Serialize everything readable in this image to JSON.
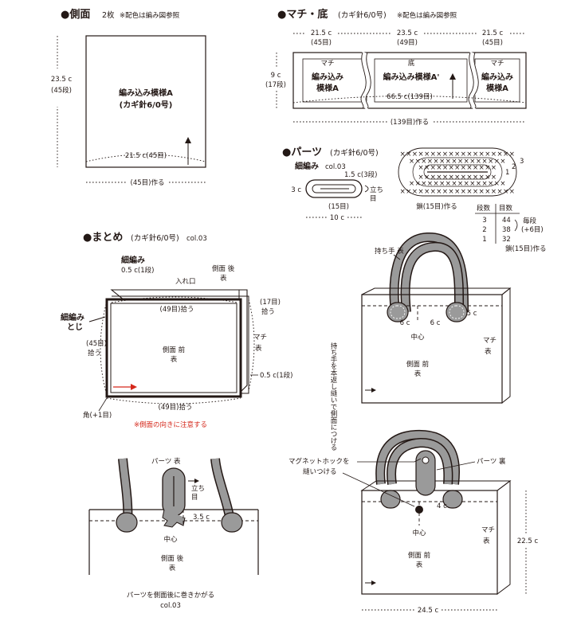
{
  "side_panel": {
    "heading": "●側面",
    "count": "2枚",
    "note": "※配色は編み図参照",
    "pattern_line1": "編み込み模様A",
    "pattern_line2": "(カギ針6/0号)",
    "height_cm": "23.5 c",
    "height_rows": "(45段)",
    "width": "21.5 c(45目)",
    "chain": "(45目)作る"
  },
  "gusset_panel": {
    "heading": "●マチ・底",
    "hook": "(カギ針6/0号)",
    "note": "※配色は編み図参照",
    "widths": [
      "21.5 c",
      "23.5 c",
      "21.5 c"
    ],
    "stitches": [
      "(45目)",
      "(49目)",
      "(45目)"
    ],
    "height_cm": "9 c",
    "height_rows": "(17段)",
    "section_labels": [
      "マチ",
      "底",
      "マチ"
    ],
    "section_pattern_a1": "編み込み",
    "section_pattern_a2": "模様A",
    "section_pattern_center": "編み込み模様A'",
    "total_length": "66.5 c(139目)",
    "chain": "(139目)作る"
  },
  "parts_panel": {
    "heading": "●パーツ",
    "hook": "(カギ針6/0号)",
    "edge_label": "細編み",
    "edge_color": "col.03",
    "dim_height": "1.5 c(3段)",
    "dim_side": "3 c",
    "dim_chain": "(15目)",
    "dim_width": "10 c",
    "start_label1": "立ち",
    "start_label2": "目",
    "chart_chain": "鎖(15目)作る",
    "chart_marks": [
      "3",
      "2",
      "1"
    ],
    "table_header_rows": "段数",
    "table_header_sts": "目数",
    "table_rows": [
      {
        "row": "3",
        "sts": "44"
      },
      {
        "row": "2",
        "sts": "38"
      },
      {
        "row": "1",
        "sts": "32"
      }
    ],
    "table_note1": "毎段",
    "table_note2": "(+6目)",
    "table_footer": "鎖(15目)作る"
  },
  "assembly_panel": {
    "heading": "●まとめ",
    "hook": "(カギ針6/0号)",
    "color": "col.03",
    "top_edge_label": "細編み",
    "top_edge_dim": "0.5 c(1段)",
    "back_label1": "側面 後",
    "back_label2": "表",
    "opening": "入れ口",
    "pick_top": "(49目)拾う",
    "pick_right1": "(17目)",
    "pick_right2": "拾う",
    "join_label1": "細編み",
    "join_label2": "とじ",
    "pick_left1": "(45目)",
    "pick_left2": "拾う",
    "front_label1": "側面 前",
    "front_label2": "表",
    "gusset_label1": "マチ",
    "gusset_label2": "表",
    "right_edge_dim": "0.5 c(1段)",
    "pick_bottom": "(49目)拾う",
    "corner": "角(+1目)",
    "warning": "※側面の向きに注意する"
  },
  "handles_panel": {
    "handle_label": "持ち手 表",
    "dim_left": "6 c",
    "dim_right": "6 c",
    "dim_edge": "5 c",
    "center": "中心",
    "attach_note": "持ち手を本返し縫いで側面につける",
    "front_label1": "側面 前",
    "front_label2": "表",
    "gusset_label1": "マチ",
    "gusset_label2": "表"
  },
  "flap_panel": {
    "parts_label": "パーツ 表",
    "start1": "立ち",
    "start2": "目",
    "dim": "3.5 c",
    "center": "中心",
    "back1": "側面 後",
    "back2": "表",
    "caption1": "パーツを側面後に巻きかがる",
    "caption2": "col.03"
  },
  "magnet_panel": {
    "hook_note1": "マグネットホックを",
    "hook_note2": "縫いつける",
    "parts_label": "パーツ 裏",
    "dim_center": "4 c",
    "center": "中心",
    "front1": "側面 前",
    "front2": "表",
    "gusset1": "マチ",
    "gusset2": "表",
    "height": "22.5 c",
    "width": "24.5 c"
  }
}
